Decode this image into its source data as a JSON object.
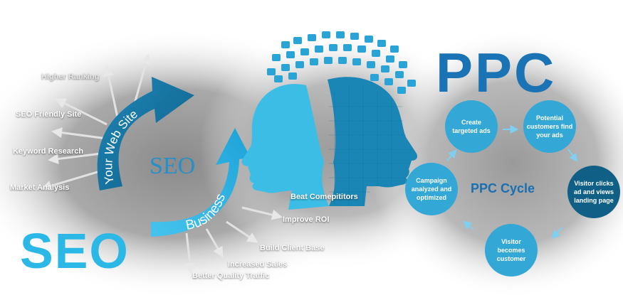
{
  "seo_branch_labels": [
    "Higher Ranking",
    "SEO Friendly Site",
    "Keyword Research",
    "Market Analysis"
  ],
  "arrow_top_label": "Your Web Site",
  "arrow_bottom_label": "Business",
  "seo_mid_label": "SEO",
  "seo_big_label": "SEO",
  "business_branch_labels": [
    "Beat Comepititors",
    "Improve ROI",
    "Build Client Base",
    "Increased Sales",
    "Better Quality Traffic"
  ],
  "ppc": {
    "title": "PPC",
    "cycle_label": "PPC Cycle",
    "steps": [
      "Create targeted ads",
      "Potential customers find your ads",
      "Visitor clicks ad and views landing page",
      "Visitor becomes customer",
      "Campaign analyzed and optimized"
    ]
  },
  "colors": {
    "brand_blue": "#1a73b4",
    "light_blue": "#2bb8e6",
    "dark_teal": "#0f5f86",
    "mid_teal": "#2b89b0"
  }
}
